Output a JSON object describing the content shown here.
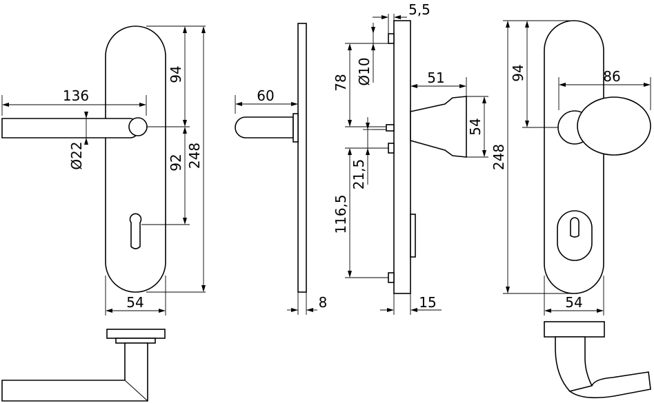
{
  "dimensions": {
    "lever_plate": {
      "lever_length": "136",
      "lever_diameter": "Ø22",
      "top_to_lever": "94",
      "lever_to_keyhole": "92",
      "total_height": "248",
      "plate_width": "54"
    },
    "lever_side": {
      "projection": "60",
      "plate_thickness": "8"
    },
    "section": {
      "screw_offset": "5,5",
      "top_to_screw": "78",
      "screw_diameter": "Ø10",
      "knob_projection": "51",
      "knob_height": "54",
      "screw_to_lug": "21,5",
      "lug_spacing": "116,5",
      "plate_thickness": "15"
    },
    "knob_plate": {
      "knob_width": "86",
      "top_to_knob": "94",
      "total_height": "248",
      "plate_width": "54"
    }
  }
}
